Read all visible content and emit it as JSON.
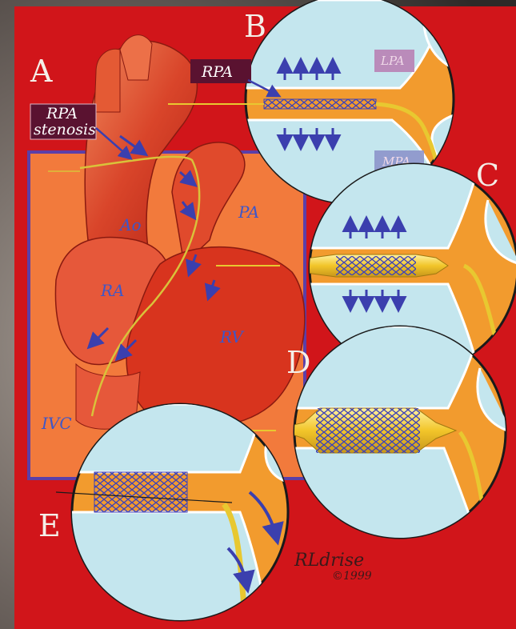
{
  "panels": {
    "a": "A",
    "b": "B",
    "c": "C",
    "d": "D",
    "e": "E"
  },
  "labels": {
    "rpa_stenosis_line1": "RPA",
    "rpa_stenosis_line2": "stenosis",
    "rpa": "RPA",
    "lpa": "LPA",
    "mpa": "MPA",
    "ao": "Ao",
    "pa": "PA",
    "ra": "RA",
    "rv": "RV",
    "ivc": "IVC"
  },
  "signature": {
    "name": "RLdrise",
    "year": "©1999"
  },
  "colors": {
    "background": "#d1151a",
    "frame": "#4a4542",
    "vessel_lumen": "#c4e6ee",
    "vessel_wall": "#f29b2e",
    "arrow": "#3b3fae",
    "stent": "#4a4ec0",
    "balloon": "#f2c52a"
  }
}
